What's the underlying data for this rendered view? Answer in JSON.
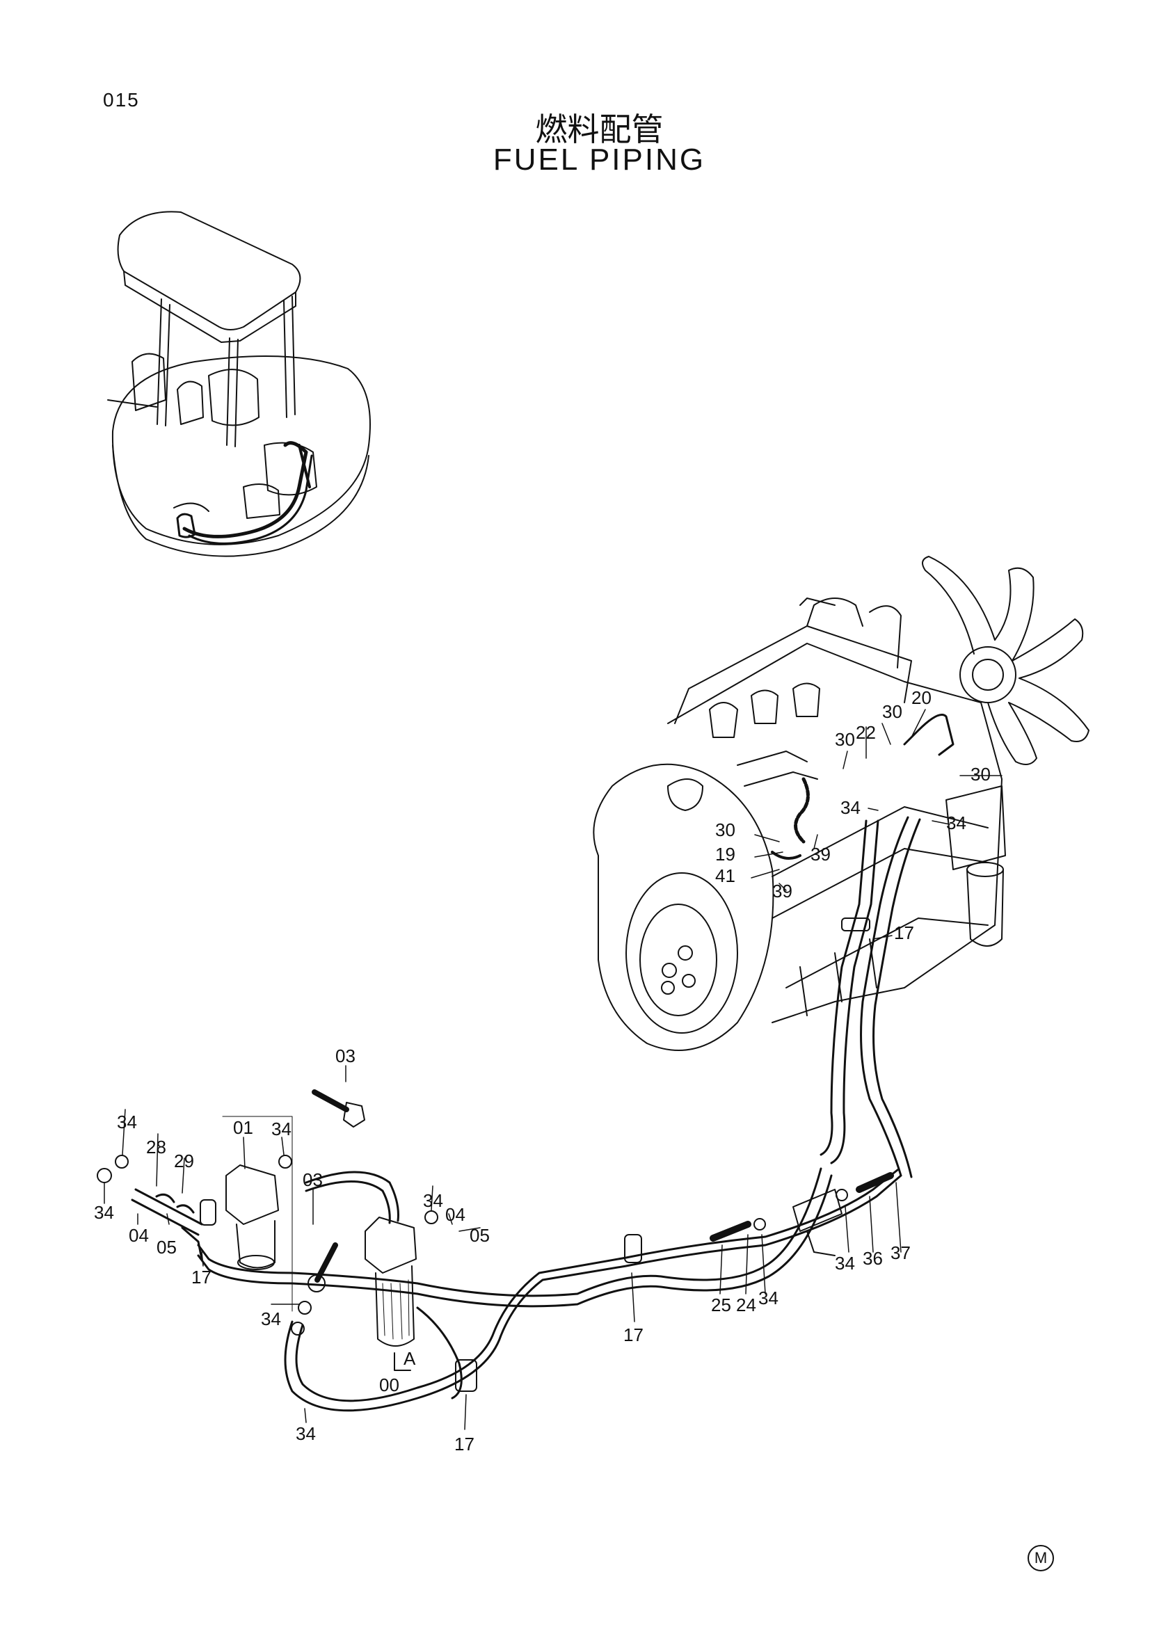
{
  "header": {
    "page_number": "015",
    "title_ja": "燃料配管",
    "title_en": "FUEL PIPING"
  },
  "callouts": [
    {
      "id": "c20",
      "label": "20"
    },
    {
      "id": "c30a",
      "label": "30"
    },
    {
      "id": "c30b",
      "label": "30"
    },
    {
      "id": "c22",
      "label": "22"
    },
    {
      "id": "c30c",
      "label": "30"
    },
    {
      "id": "c34a",
      "label": "34"
    },
    {
      "id": "c34b",
      "label": "34"
    },
    {
      "id": "c30d",
      "label": "30"
    },
    {
      "id": "c19",
      "label": "19"
    },
    {
      "id": "c39a",
      "label": "39"
    },
    {
      "id": "c41",
      "label": "41"
    },
    {
      "id": "c39b",
      "label": "39"
    },
    {
      "id": "c17a",
      "label": "17"
    },
    {
      "id": "c03a",
      "label": "03"
    },
    {
      "id": "c34c",
      "label": "34"
    },
    {
      "id": "c01",
      "label": "01"
    },
    {
      "id": "c34d",
      "label": "34"
    },
    {
      "id": "c28",
      "label": "28"
    },
    {
      "id": "c29",
      "label": "29"
    },
    {
      "id": "c34e",
      "label": "34"
    },
    {
      "id": "c04a",
      "label": "04"
    },
    {
      "id": "c05a",
      "label": "05"
    },
    {
      "id": "c17b",
      "label": "17"
    },
    {
      "id": "c03b",
      "label": "03"
    },
    {
      "id": "c34f",
      "label": "34"
    },
    {
      "id": "c04b",
      "label": "04"
    },
    {
      "id": "c05b",
      "label": "05"
    },
    {
      "id": "cA",
      "label": "A"
    },
    {
      "id": "c00",
      "label": "00"
    },
    {
      "id": "c34g",
      "label": "34"
    },
    {
      "id": "c34h",
      "label": "34"
    },
    {
      "id": "c17c",
      "label": "17"
    },
    {
      "id": "c17d",
      "label": "17"
    },
    {
      "id": "c25",
      "label": "25"
    },
    {
      "id": "c24",
      "label": "24"
    },
    {
      "id": "c34i",
      "label": "34"
    },
    {
      "id": "c34j",
      "label": "34"
    },
    {
      "id": "c36",
      "label": "36"
    },
    {
      "id": "c37",
      "label": "37"
    }
  ],
  "footer": {
    "mark": "M"
  }
}
